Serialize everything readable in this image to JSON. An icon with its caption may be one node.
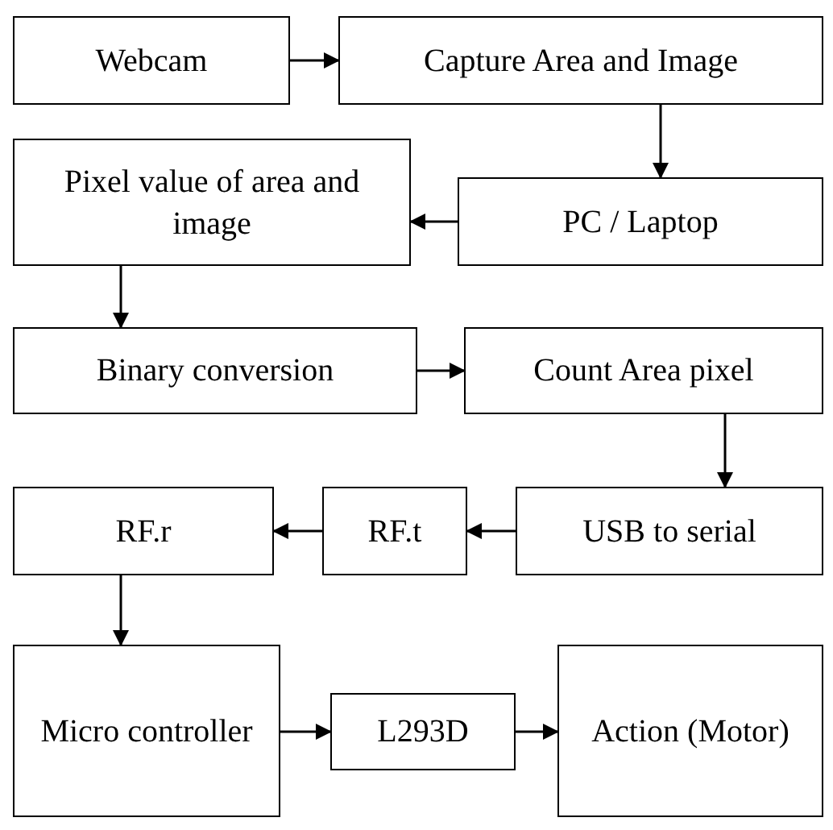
{
  "diagram": {
    "nodes": [
      {
        "text": [
          "Webcam"
        ]
      },
      {
        "text": [
          "Capture Area and Image"
        ]
      },
      {
        "text": [
          "PC / Laptop"
        ]
      },
      {
        "text": [
          "Pixel value of area and image"
        ]
      },
      {
        "text": [
          "Binary conversion"
        ]
      },
      {
        "text": [
          "Count Area pixel"
        ]
      },
      {
        "text": [
          "USB to serial"
        ]
      },
      {
        "text": [
          "RF.t"
        ]
      },
      {
        "text": [
          "RF.r"
        ]
      },
      {
        "text": [
          "Micro controller"
        ]
      },
      {
        "text": [
          "L293D"
        ]
      },
      {
        "text": [
          "Action (Motor)"
        ]
      }
    ],
    "edges": [
      {
        "from": 0,
        "to": 1,
        "arrow": "to"
      },
      {
        "from": 1,
        "to": 2,
        "arrow": "to"
      },
      {
        "from": 2,
        "to": 3,
        "arrow": "to"
      },
      {
        "from": 3,
        "to": 4,
        "arrow": "to"
      },
      {
        "from": 4,
        "to": 5,
        "arrow": "to"
      },
      {
        "from": 5,
        "to": 6,
        "arrow": "to"
      },
      {
        "from": 6,
        "to": 7,
        "arrow": "to"
      },
      {
        "from": 7,
        "to": 8,
        "arrow": "to"
      },
      {
        "from": 8,
        "to": 9,
        "arrow": "to"
      },
      {
        "from": 9,
        "to": 10,
        "arrow": "to"
      },
      {
        "from": 10,
        "to": 11,
        "arrow": "to"
      }
    ]
  }
}
